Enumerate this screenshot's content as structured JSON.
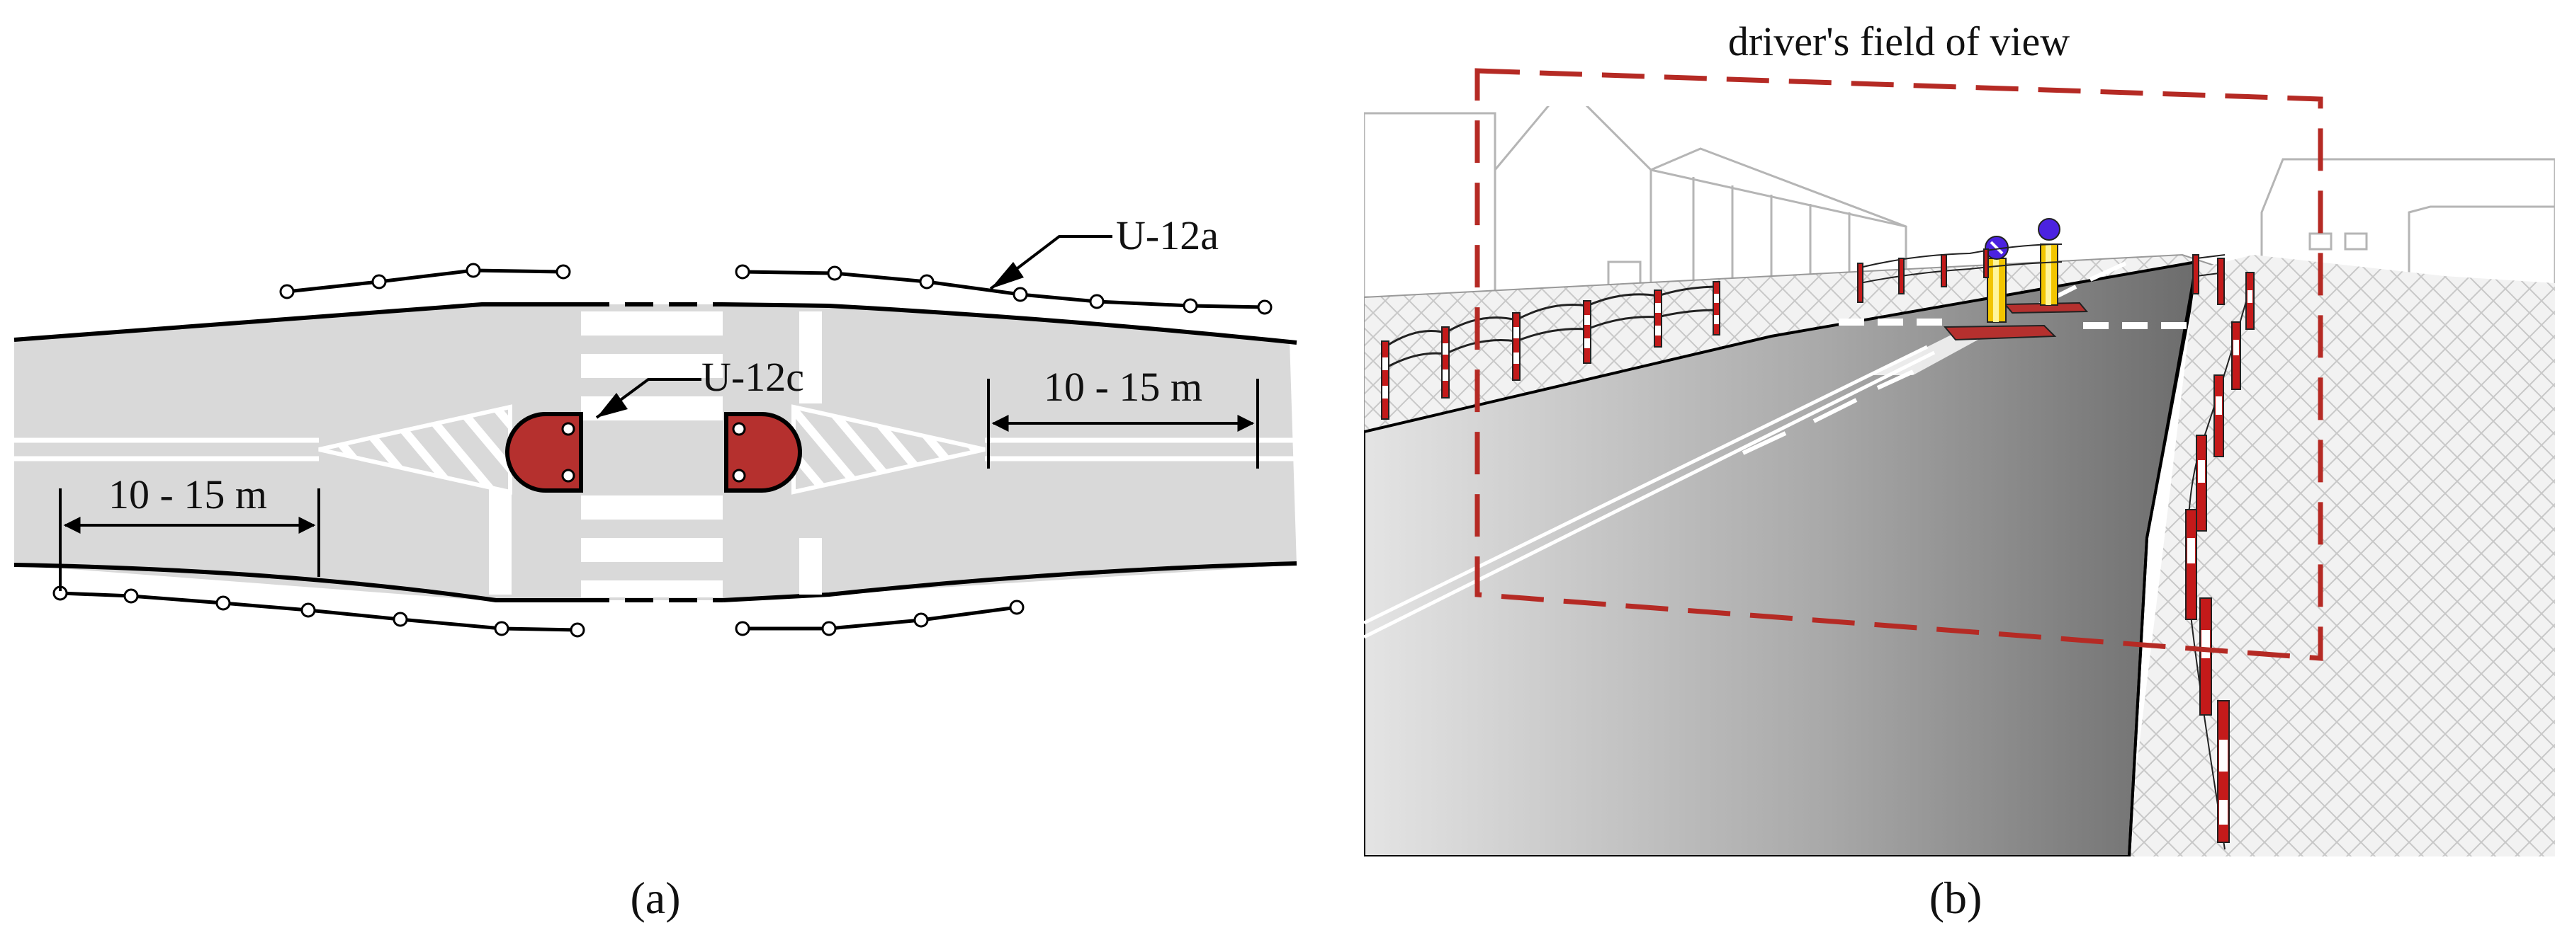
{
  "panel_a": {
    "caption": "(a)",
    "labels": {
      "sign_u12a": "U-12a",
      "sign_u12c": "U-12c",
      "distance_right": "10 - 15 m",
      "distance_left": "10 - 15 m"
    }
  },
  "panel_b": {
    "caption": "(b)",
    "field_of_view_label": "driver's field of view"
  },
  "colors": {
    "road": "#d9d9d9",
    "island": "#b5302e",
    "field_of_view": "#b52a24",
    "bollard": "#f2c500",
    "sign_blue": "#4b22e0",
    "barrier_red": "#c41a1a"
  }
}
